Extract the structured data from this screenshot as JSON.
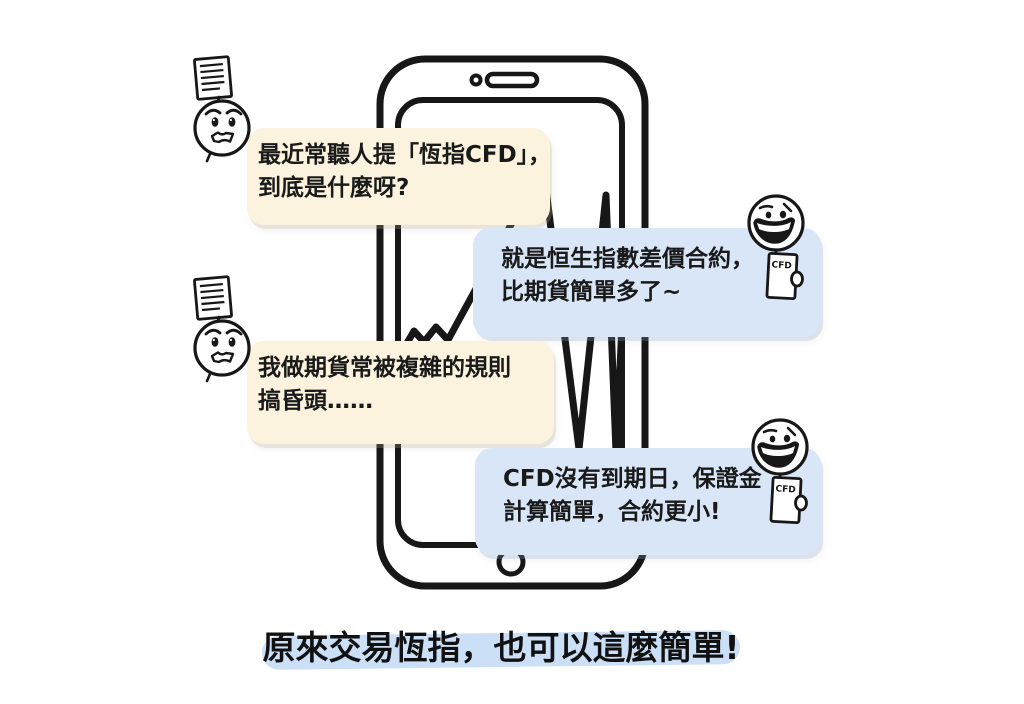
{
  "conversation": [
    {
      "speaker": "worried-trader",
      "side": "left",
      "lines": [
        "最近常聽人提「恆指CFD」，",
        "到底是什麼呀?"
      ]
    },
    {
      "speaker": "cfd-guide",
      "side": "right",
      "lines": [
        "就是恒生指數差價合約，",
        "比期貨簡單多了~"
      ]
    },
    {
      "speaker": "worried-trader",
      "side": "left",
      "lines": [
        "我做期貨常被複雜的規則",
        "搞昏頭……"
      ]
    },
    {
      "speaker": "cfd-guide",
      "side": "right",
      "lines": [
        "CFD沒有到期日，保證金",
        "計算簡單，合約更小!"
      ]
    }
  ],
  "characters": {
    "left": "worried-person-holding-futures-document",
    "right": "smiling-person-holding-cfd-card",
    "cfd_card_label": "CFD"
  },
  "caption": {
    "text": "原來交易恆指，也可以這麼簡單!"
  },
  "illustration": {
    "phone": "hand-drawn-smartphone-with-zigzag-price-chart"
  },
  "palette": {
    "bubble_left_bg": "#FBF3DE",
    "bubble_right_bg": "#D8E6F8",
    "caption_highlight": "#CBDFF7",
    "ink": "#1A1A1A"
  }
}
